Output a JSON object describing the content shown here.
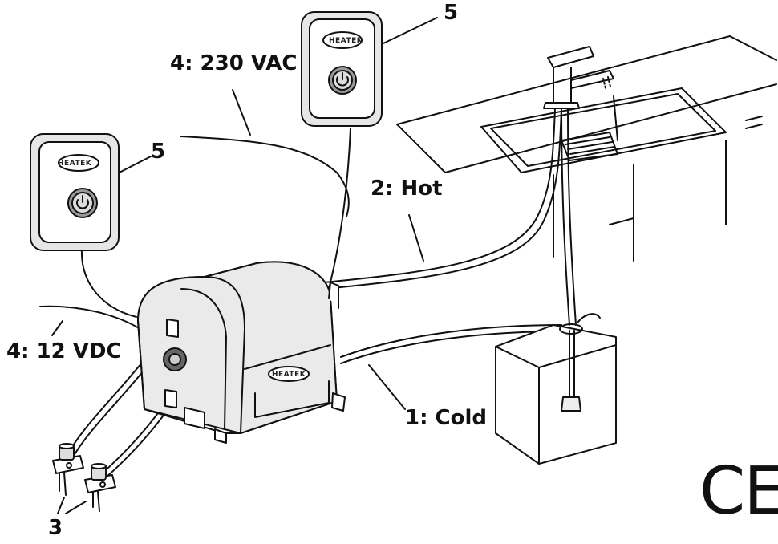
{
  "labels": {
    "cold": "1: Cold",
    "hot": "2: Hot",
    "valves": "3",
    "power_230": "4: 230 VAC",
    "power_12": "4: 12 VDC",
    "switch_a": "5",
    "switch_b": "5"
  },
  "brand": "HEATEK",
  "certification": "CE",
  "icons": [
    "power-button-icon",
    "ce-mark"
  ]
}
